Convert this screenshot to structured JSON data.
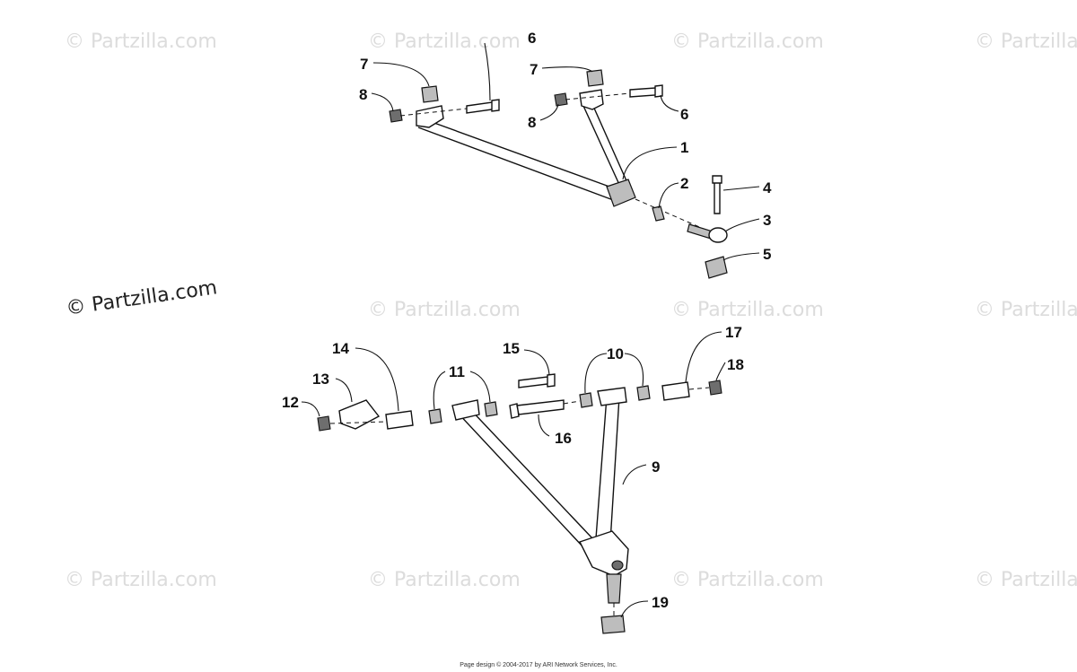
{
  "watermark": {
    "text": "© Partzilla.com"
  },
  "callouts": {
    "c1": "1",
    "c2": "2",
    "c3": "3",
    "c4": "4",
    "c5": "5",
    "c6a": "6",
    "c6b": "6",
    "c7a": "7",
    "c7b": "7",
    "c8a": "8",
    "c8b": "8",
    "c9": "9",
    "c10": "10",
    "c11": "11",
    "c12": "12",
    "c13": "13",
    "c14": "14",
    "c15": "15",
    "c16": "16",
    "c17": "17",
    "c18": "18",
    "c19": "19"
  },
  "footer": {
    "text": "Page design © 2004-2017 by ARI Network Services, Inc."
  }
}
